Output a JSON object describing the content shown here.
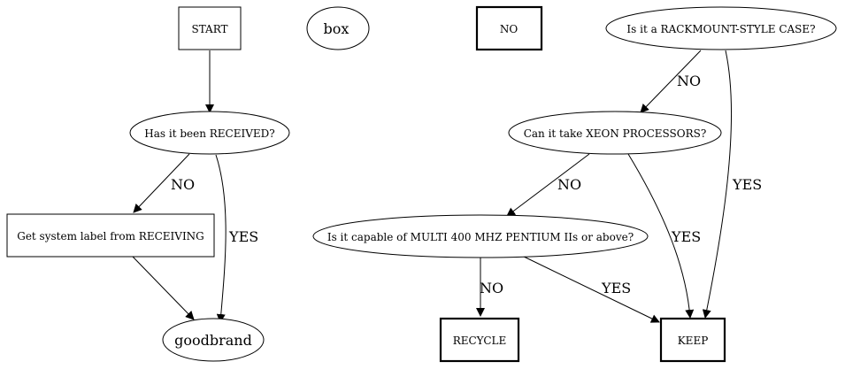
{
  "nodes": {
    "start": "START",
    "box": "box",
    "no_legend": "NO",
    "rackmount": "Is it a RACKMOUNT-STYLE CASE?",
    "received": "Has it been RECEIVED?",
    "xeon": "Can it take XEON PROCESSORS?",
    "get_label": "Get system label from RECEIVING",
    "pentium": "Is it capable of MULTI 400 MHZ PENTIUM IIs or above?",
    "goodbrand": "goodbrand",
    "recycle": "RECYCLE",
    "keep": "KEEP"
  },
  "edges": {
    "received_no": "NO",
    "received_yes": "YES",
    "rackmount_no": "NO",
    "rackmount_yes": "YES",
    "xeon_no": "NO",
    "xeon_yes": "YES",
    "pentium_no": "NO",
    "pentium_yes": "YES"
  }
}
